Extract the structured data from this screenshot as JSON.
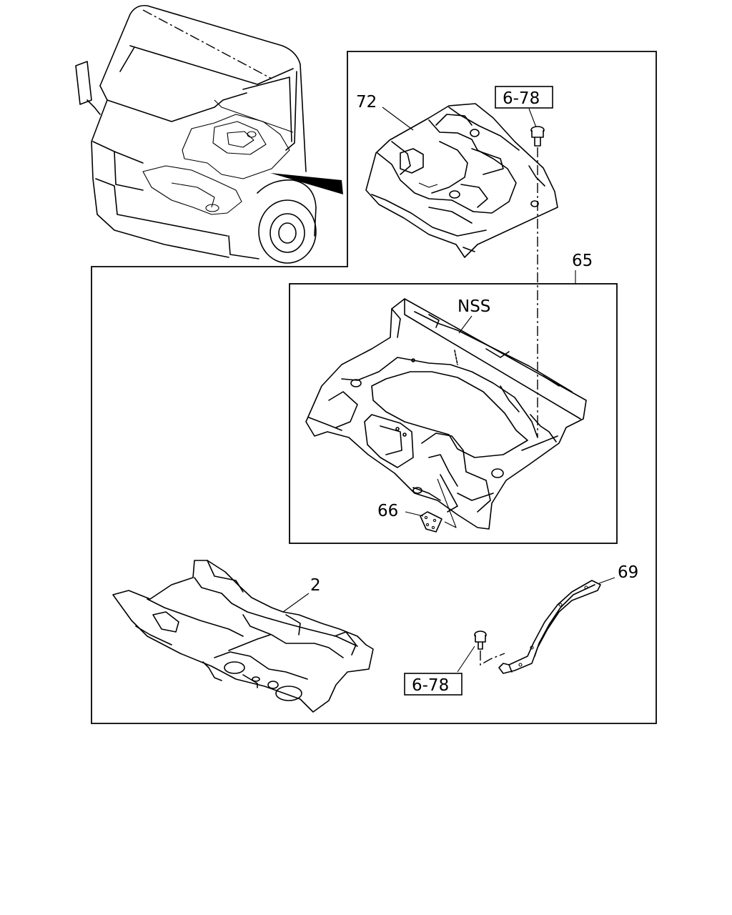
{
  "callouts": {
    "c72": "72",
    "c678_top": "6-78",
    "c65": "65",
    "cNSS": "NSS",
    "c66": "66",
    "c2": "2",
    "c69": "69",
    "c678_bottom": "6-78"
  }
}
